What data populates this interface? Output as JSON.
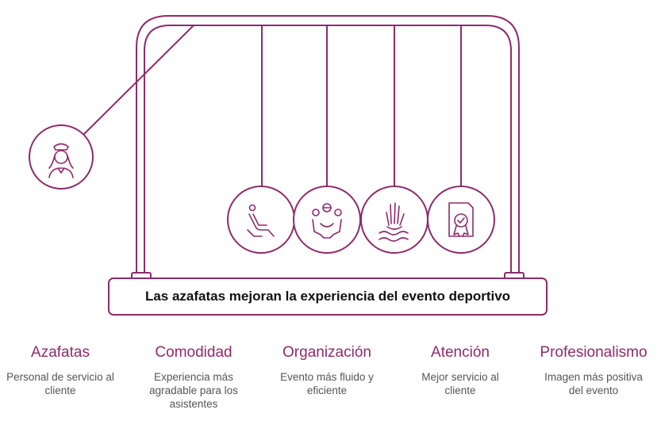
{
  "banner": {
    "text": "Las azafatas mejoran la experiencia del evento deportivo"
  },
  "colors": {
    "accent": "#8e2b6b",
    "text": "#111111",
    "muted": "#555555",
    "background": "#ffffff"
  },
  "balls": [
    {
      "icon": "stewardess-icon"
    },
    {
      "icon": "reclining-seat-icon"
    },
    {
      "icon": "gear-people-icon"
    },
    {
      "icon": "raised-hand-icon"
    },
    {
      "icon": "certificate-icon"
    }
  ],
  "items": [
    {
      "title": "Azafatas",
      "desc": "Personal de servicio al cliente"
    },
    {
      "title": "Comodidad",
      "desc": "Experiencia más agradable para los asistentes"
    },
    {
      "title": "Organización",
      "desc": "Evento más fluido y eficiente"
    },
    {
      "title": "Atención",
      "desc": "Mejor servicio al cliente"
    },
    {
      "title": "Profesionalismo",
      "desc": "Imagen más positiva del evento"
    }
  ]
}
